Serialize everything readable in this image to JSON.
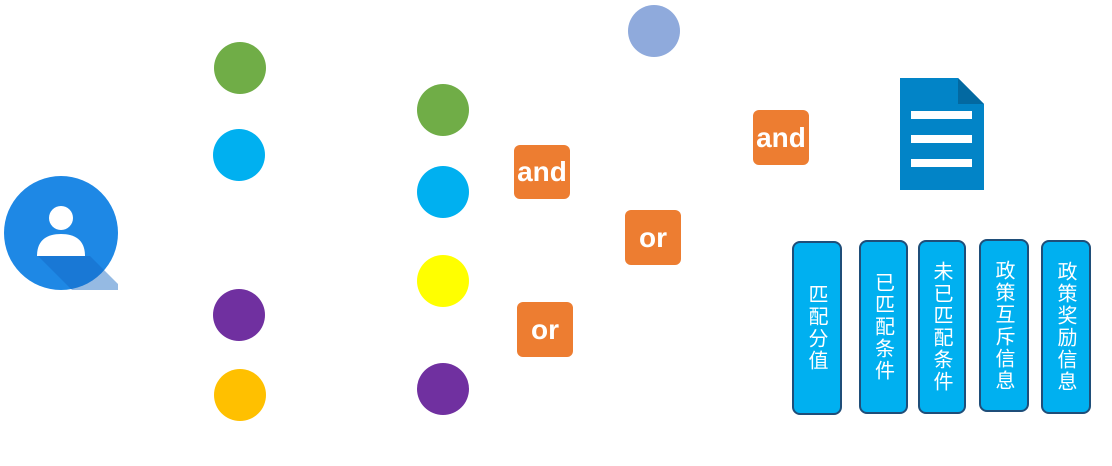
{
  "logic_nodes": {
    "and_left": "and",
    "and_right": "and",
    "or_middle": "or",
    "or_bottom": "or"
  },
  "info_boxes": {
    "match_score": "匹配分值",
    "matched_conditions": "已匹配条件",
    "unmatched_conditions": "未已匹配条件",
    "policy_exclusion_info": "政策互斥信息",
    "policy_reward_info": "政策奖励信息"
  },
  "colors": {
    "green": "#70ad47",
    "blue": "#00b0f0",
    "yellow": "#ffff00",
    "purple": "#7030a0",
    "orange": "#ffc000",
    "lavender": "#8faadc",
    "logic_orange": "#ed7d31",
    "document_blue": "#0284c7",
    "box_border": "#1f4e79"
  },
  "icons": [
    "user-avatar-icon",
    "document-icon"
  ]
}
